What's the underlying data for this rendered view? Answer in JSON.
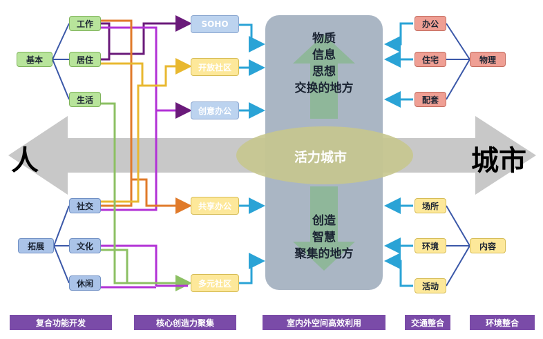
{
  "left": {
    "basic": "基本",
    "work": "工作",
    "live": "居住",
    "life": "生活",
    "expand": "拓展",
    "social": "社交",
    "culture": "文化",
    "leisure": "休闲"
  },
  "mid": {
    "soho": "SOHO",
    "open": "开放社区",
    "creative": "创意办公",
    "shared": "共享办公",
    "diverse": "多元社区"
  },
  "center": {
    "line1": "物质",
    "line2": "信息",
    "line3": "思想",
    "line4": "交换的地方",
    "vital": "活力城市",
    "line5": "创造",
    "line6": "智慧",
    "line7": "聚集的地方"
  },
  "people": "人",
  "city": "城市",
  "right": {
    "office": "办公",
    "house": "住宅",
    "supporting": "配套",
    "physical": "物理",
    "venue": "场所",
    "environment": "环境",
    "activity": "活动",
    "content": "内容"
  },
  "footer": {
    "f1": "复合功能开发",
    "f2": "核心创造力聚集",
    "f3": "室内外空间高效利用",
    "f4": "交通整合",
    "f5": "环境整合"
  }
}
